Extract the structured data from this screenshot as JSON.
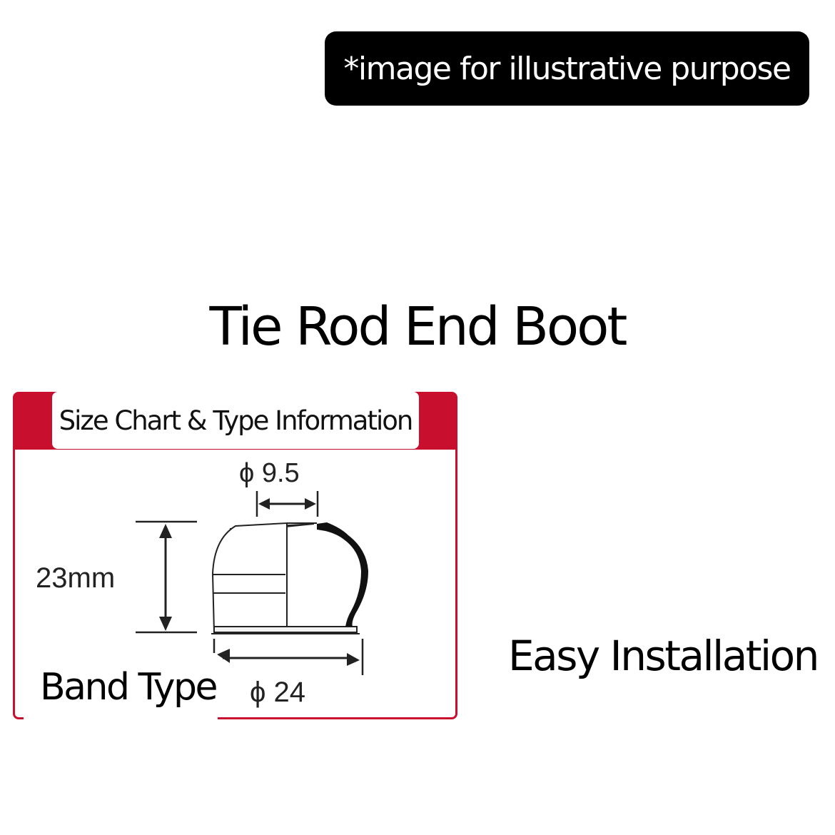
{
  "disclaimer": "*image for illustrative purpose",
  "title": "Tie Rod End Boot",
  "card": {
    "header": "Size Chart & Type Information",
    "type_label": "Band Type",
    "dims": {
      "top_diameter": "ϕ 9.5",
      "height": "23mm",
      "bottom_diameter": "ϕ 24"
    }
  },
  "feature": "Easy Installation",
  "colors": {
    "accent": "#c8102e",
    "badge_bg": "#000000"
  }
}
